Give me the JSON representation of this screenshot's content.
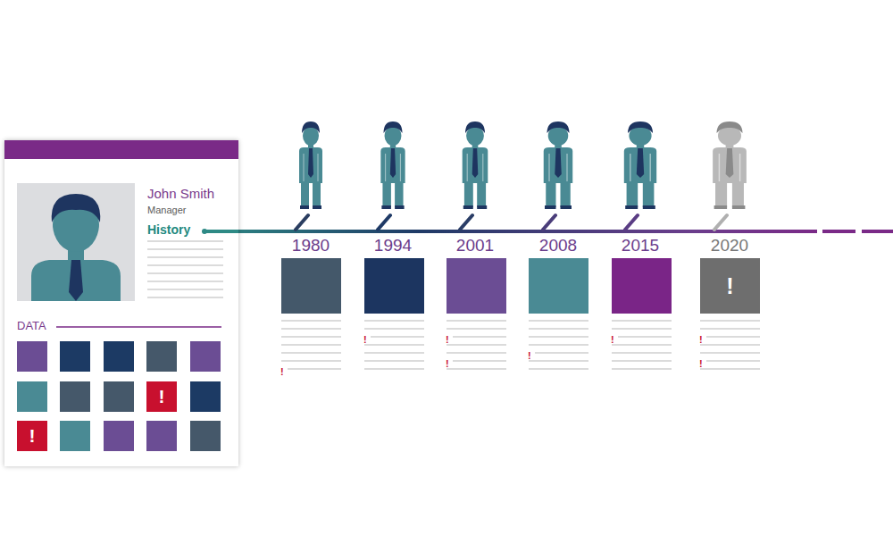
{
  "diagram": {
    "nodes": [
      {
        "text": [
          "John Smith",
          "Manager",
          "History",
          "DATA"
        ]
      },
      {
        "text": [
          "!"
        ],
        "in": 0
      },
      {
        "text": [
          "!"
        ],
        "in": 0
      },
      {
        "text": [
          "!"
        ]
      }
    ],
    "labels": [
      "1980",
      "1994",
      "2001",
      "2008",
      "2015",
      "2020",
      "!",
      "!",
      "!",
      "!",
      "!",
      "!",
      "!",
      "!"
    ]
  }
}
